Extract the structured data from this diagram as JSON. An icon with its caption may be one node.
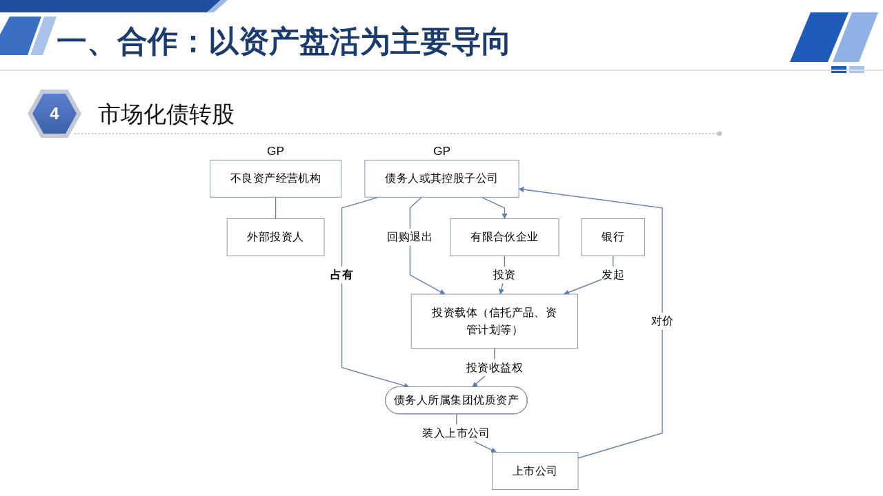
{
  "diagram": {
    "title": "一、合作：以资产盘活为主要导向",
    "nodes": [
      {
        "text": [
          "不良资产经营机构"
        ],
        "beside": [
          "GP"
        ]
      },
      {
        "text": [
          "债务人或其控股子公司"
        ],
        "beside": [
          "GP"
        ]
      },
      {
        "text": [
          "外部投资人"
        ]
      },
      {
        "text": [
          "有限合伙企业"
        ]
      },
      {
        "text": [
          "上市公司"
        ]
      },
      {
        "text": [
          "银行"
        ]
      },
      {
        "text": [
          "投资载体（信托产品、资管计划等）"
        ]
      },
      {
        "text": [
          "债务人所属集团优质资产"
        ]
      }
    ],
    "edges": [
      {
        "from": 0,
        "to": 2,
        "arrow": "none"
      },
      {
        "from": 1,
        "to": 3,
        "arrow": "to"
      },
      {
        "from": 1,
        "to": 6,
        "arrow": "to",
        "label": "回购退出"
      },
      {
        "from": 3,
        "to": 6,
        "arrow": "to",
        "label": "投资"
      },
      {
        "from": 4,
        "to": 1,
        "arrow": "to",
        "label": "对价"
      },
      {
        "from": 1,
        "to": 7,
        "arrow": "to",
        "label": "占有"
      },
      {
        "from": 5,
        "to": 6,
        "arrow": "to",
        "label": "发起"
      },
      {
        "from": 6,
        "to": 7,
        "arrow": "to",
        "label": "投资收益权"
      },
      {
        "from": 7,
        "to": 4,
        "arrow": "to",
        "label": "装入上市公司"
      }
    ],
    "labels": [
      "4",
      "市场化债转股"
    ]
  }
}
